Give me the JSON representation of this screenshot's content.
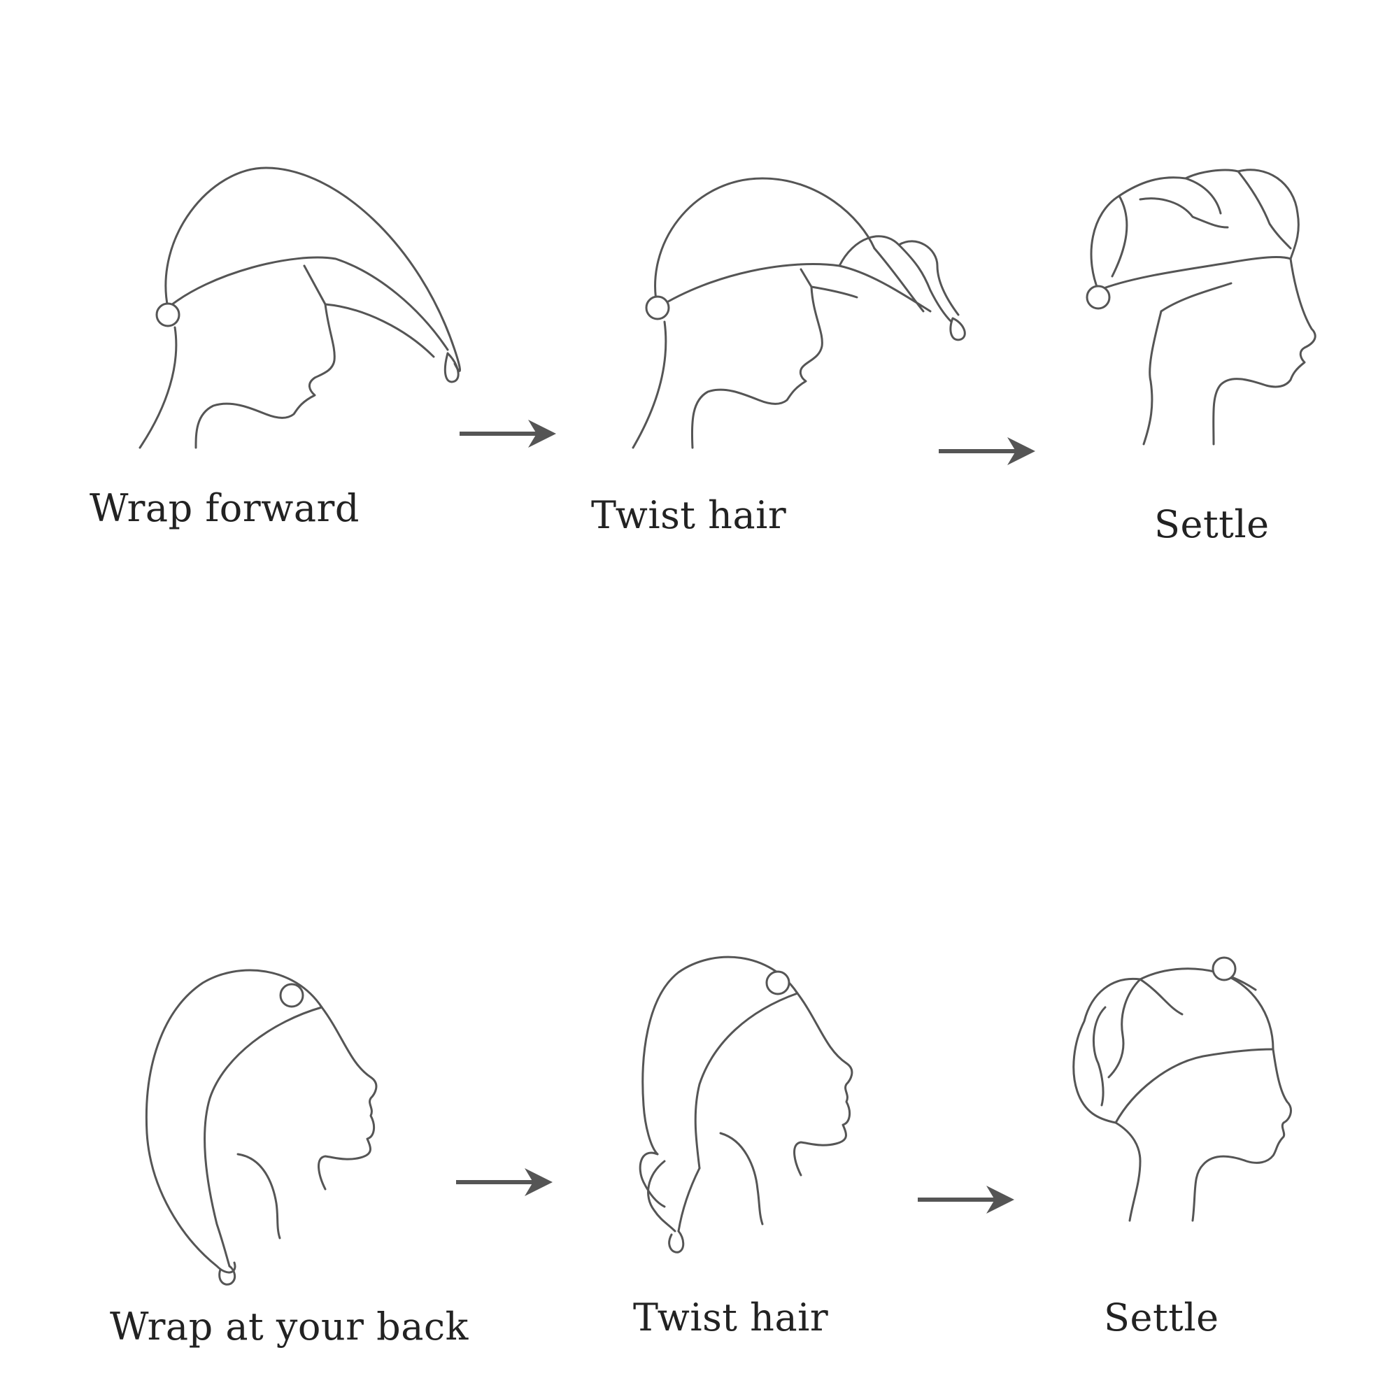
{
  "rows": [
    {
      "name": "forward",
      "steps": [
        {
          "label": "Wrap forward",
          "icon": "towel-wrap-forward-icon"
        },
        {
          "label": "Twist hair",
          "icon": "towel-twist-forward-icon"
        },
        {
          "label": "Settle",
          "icon": "towel-settled-icon"
        }
      ]
    },
    {
      "name": "back",
      "steps": [
        {
          "label": "Wrap at your back",
          "icon": "towel-wrap-back-icon"
        },
        {
          "label": "Twist hair",
          "icon": "towel-twist-back-icon"
        },
        {
          "label": "Settle",
          "icon": "towel-settled-back-icon"
        }
      ]
    }
  ],
  "colors": {
    "line": "#555555",
    "text": "#222222",
    "background": "#ffffff"
  },
  "arrow_icon": "right-arrow-icon"
}
